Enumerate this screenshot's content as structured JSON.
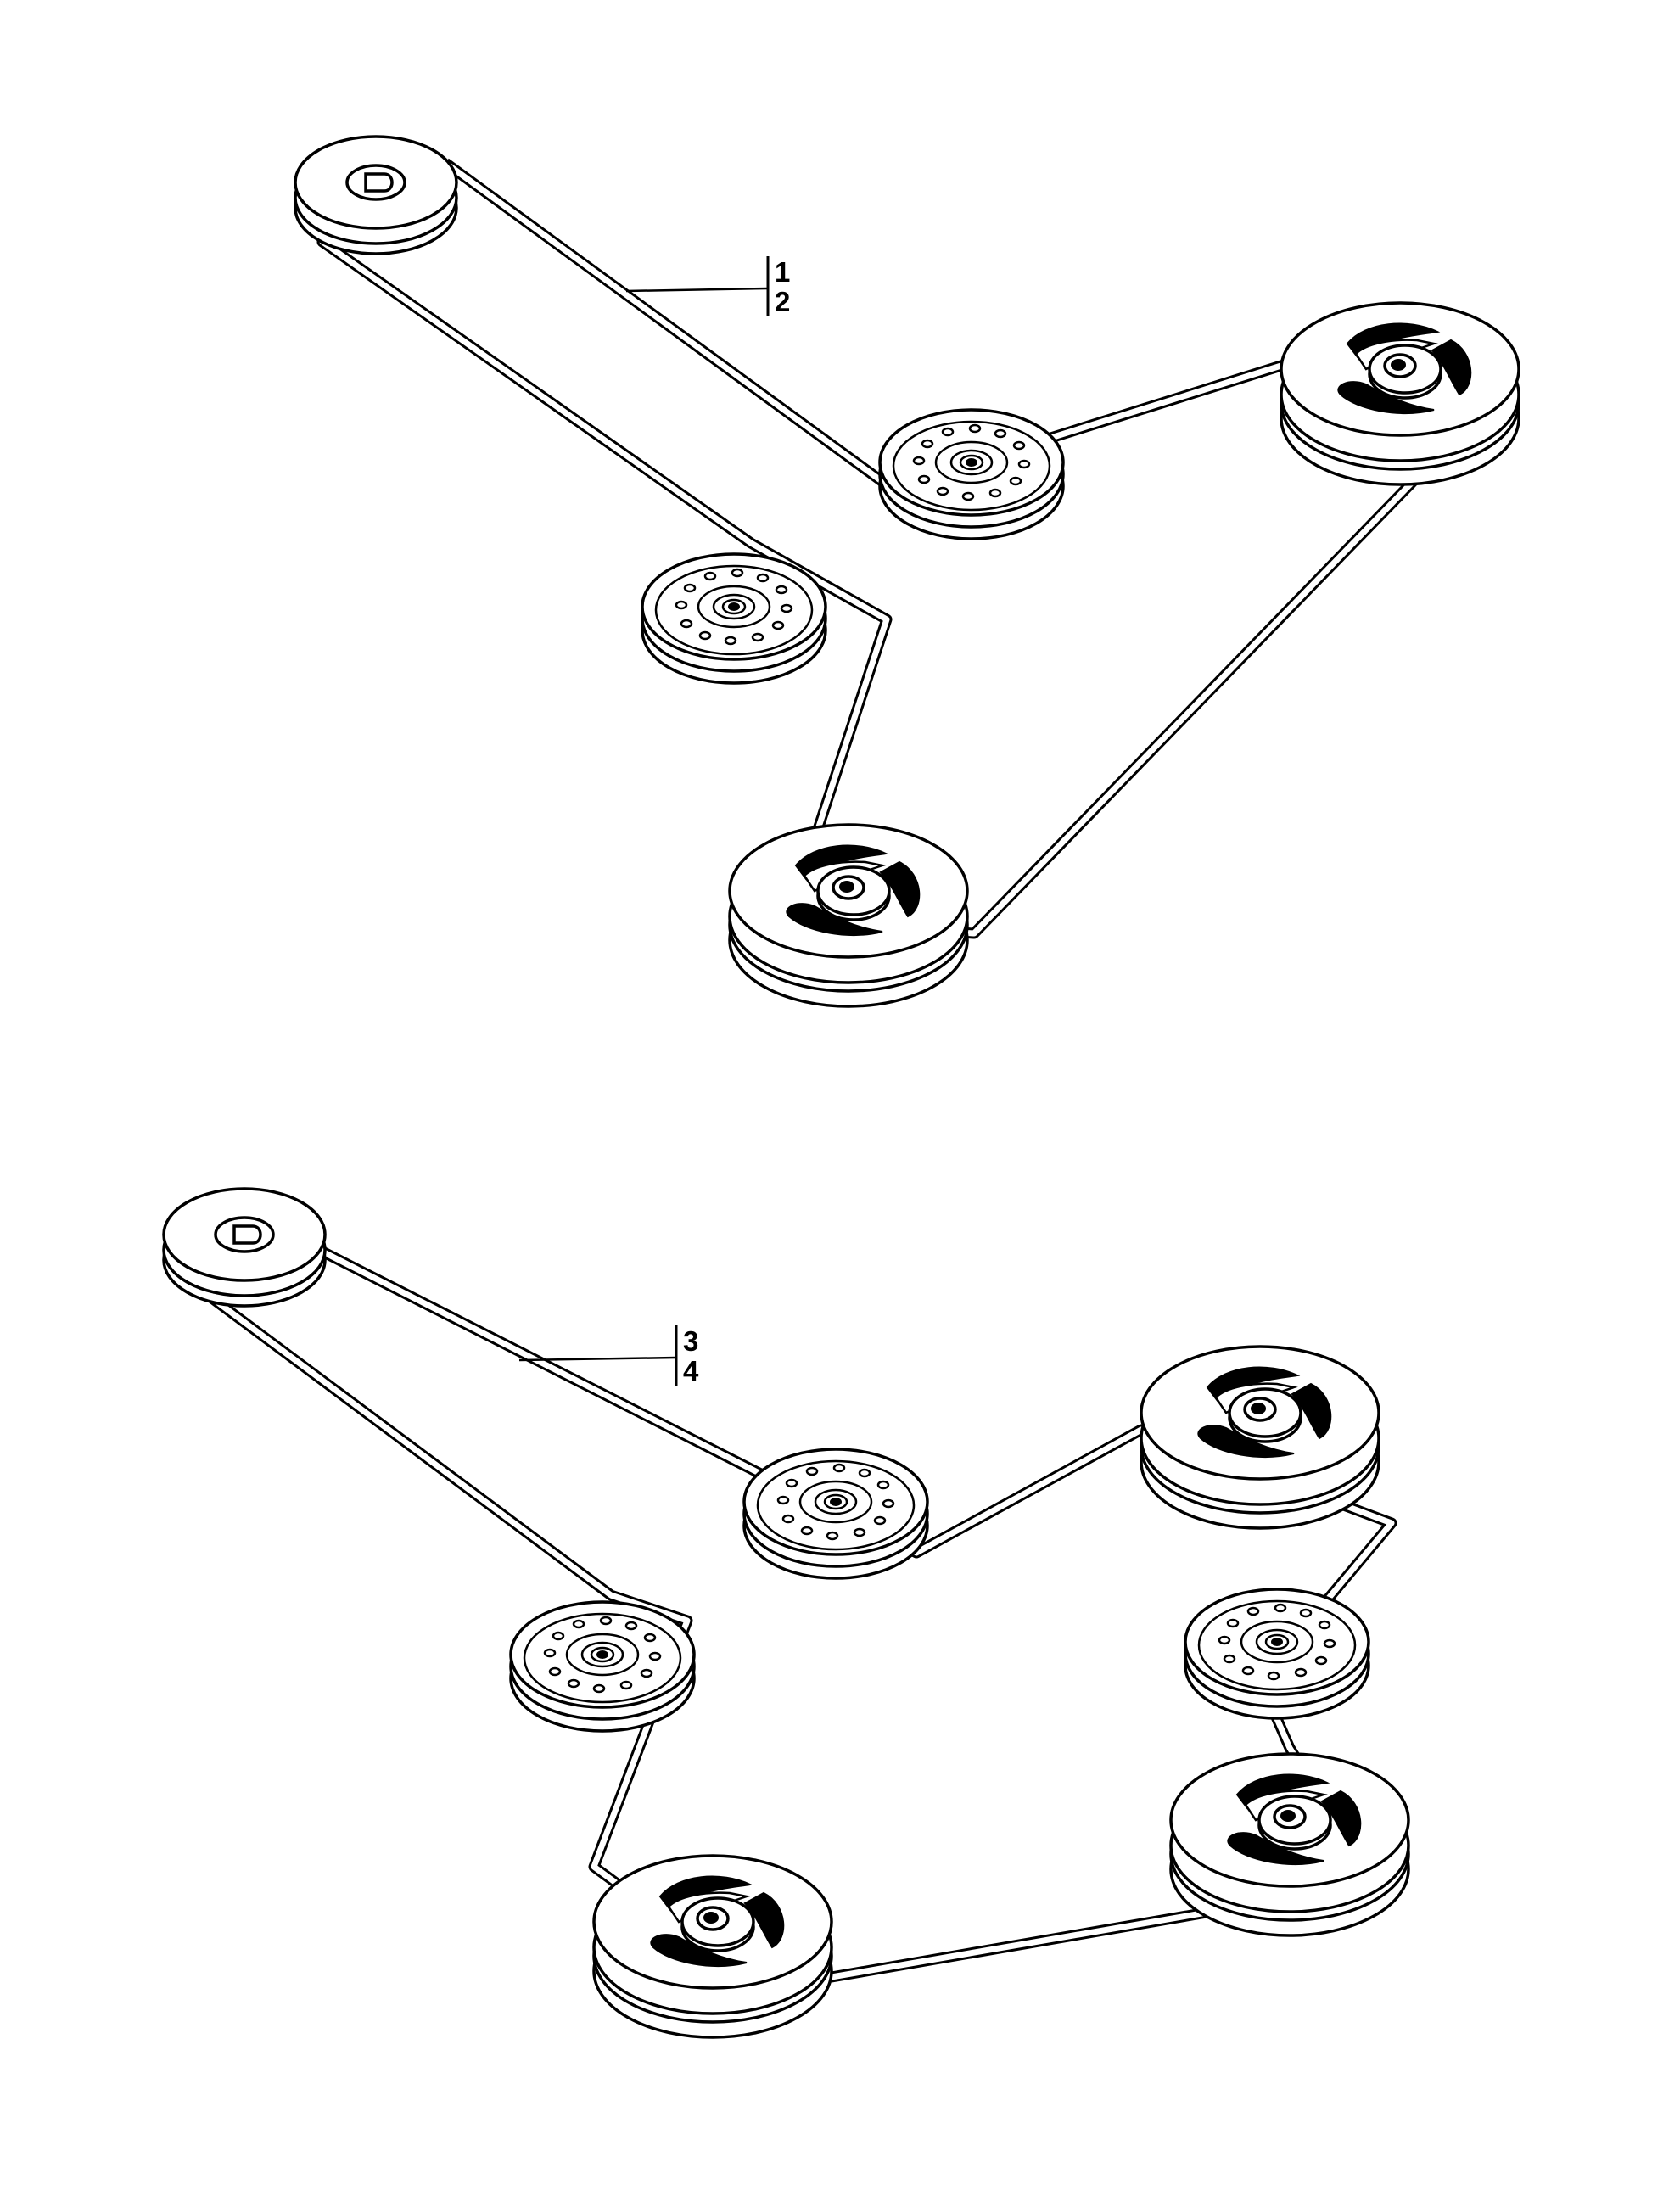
{
  "diagram": {
    "upper_assembly": {
      "callouts": [
        "1",
        "2"
      ],
      "pulleys": [
        "drive-pulley",
        "idler-pulley-flat",
        "spindle-pulley",
        "idler-pulley-flat",
        "spindle-pulley"
      ]
    },
    "lower_assembly": {
      "callouts": [
        "3",
        "4"
      ],
      "pulleys": [
        "drive-pulley",
        "idler-pulley-flat",
        "spindle-pulley",
        "idler-pulley-flat",
        "idler-pulley-flat",
        "spindle-pulley",
        "spindle-pulley"
      ]
    }
  }
}
